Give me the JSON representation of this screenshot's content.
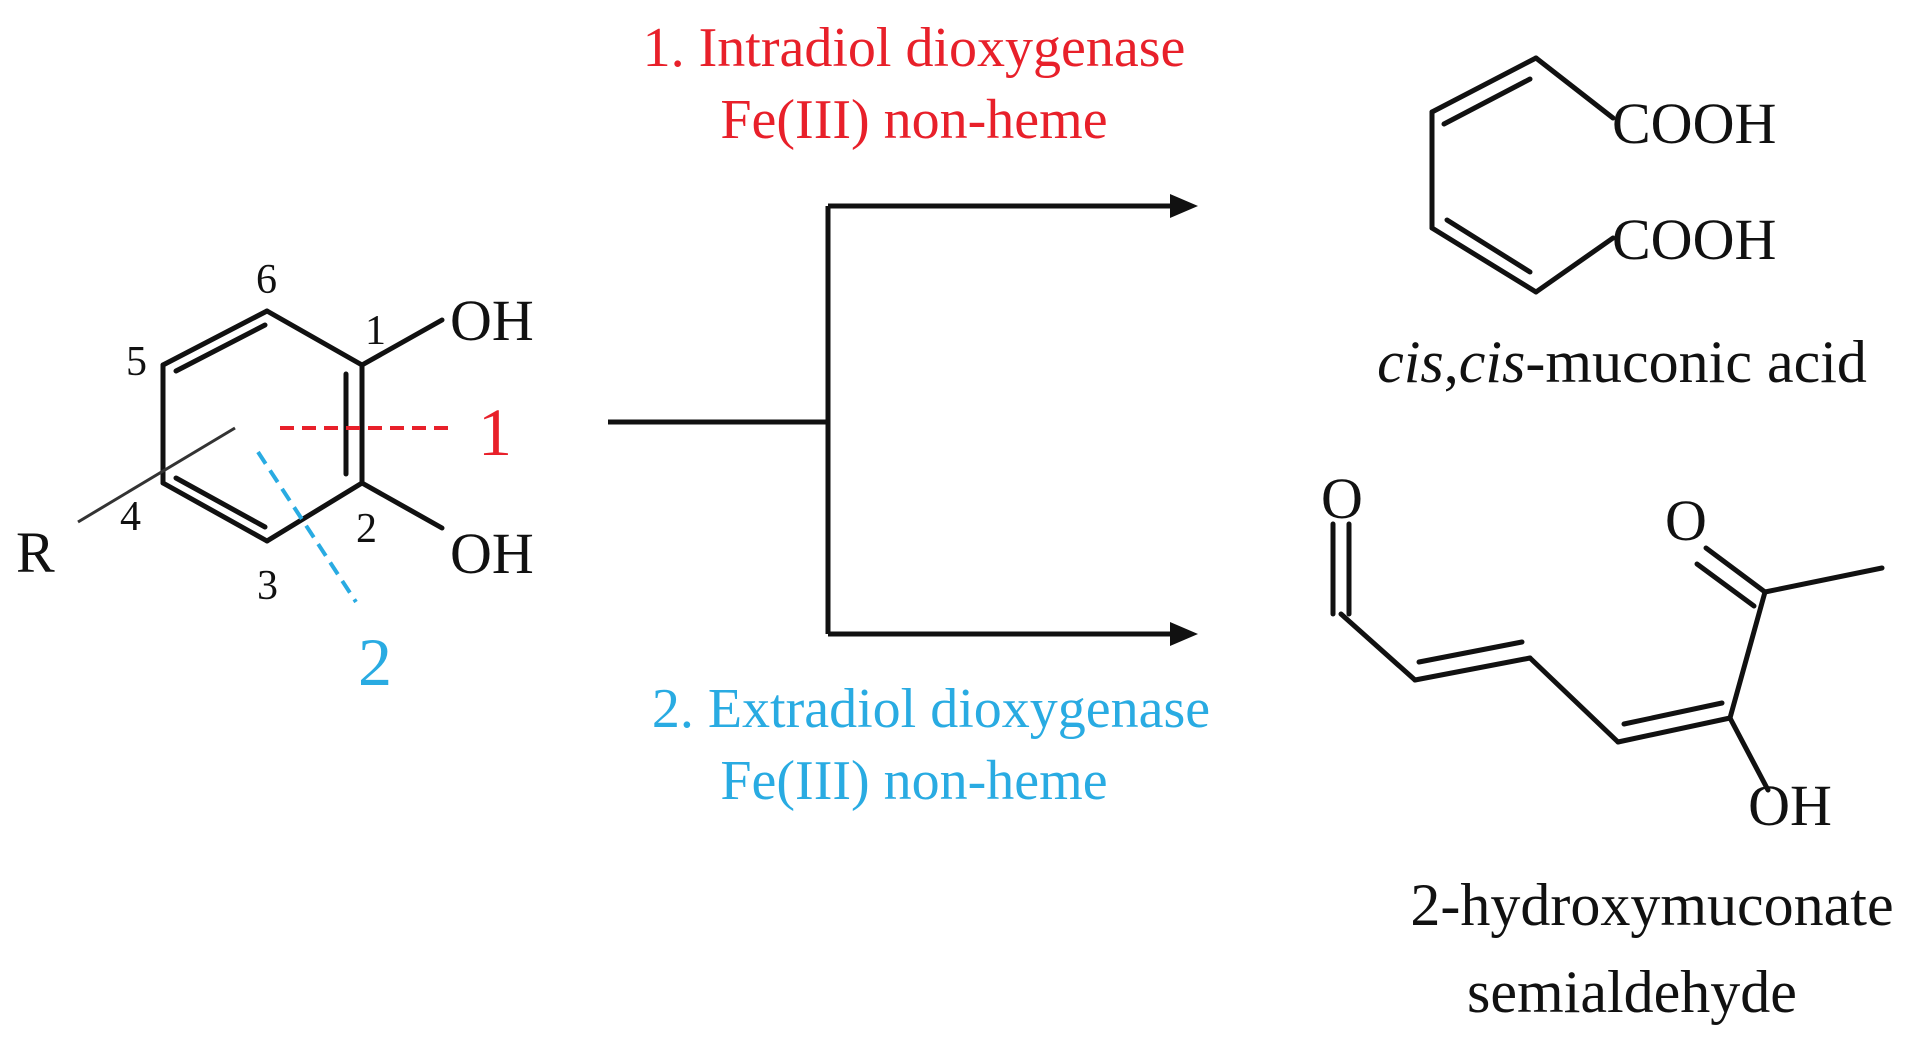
{
  "colors": {
    "intradiol": "#e8202a",
    "extradiol": "#29abe2",
    "ink": "#111111"
  },
  "catechol": {
    "substituent": "R",
    "hydroxyl_top": "OH",
    "hydroxyl_bottom": "OH",
    "positions": [
      "1",
      "2",
      "3",
      "4",
      "5",
      "6"
    ]
  },
  "cleavage": {
    "intradiol_marker": "1",
    "extradiol_marker": "2"
  },
  "pathway_intradiol": {
    "enzyme": "1. Intradiol dioxygenase",
    "cofactor": "Fe(III)  non-heme"
  },
  "pathway_extradiol": {
    "enzyme": "2. Extradiol dioxygenase",
    "cofactor": "Fe(III)  non-heme"
  },
  "product_muconic": {
    "group_top": "COOH",
    "group_bottom": "COOH",
    "name_italic_1": "cis",
    "name_sep": ",",
    "name_italic_2": "cis",
    "name_rest": "-muconic acid"
  },
  "product_hms": {
    "oxygen_aldehyde": "O",
    "oxygen_ketone": "O",
    "hydroxyl": "OH",
    "name_line1": "2-hydroxymuconate",
    "name_line2": "semialdehyde"
  }
}
